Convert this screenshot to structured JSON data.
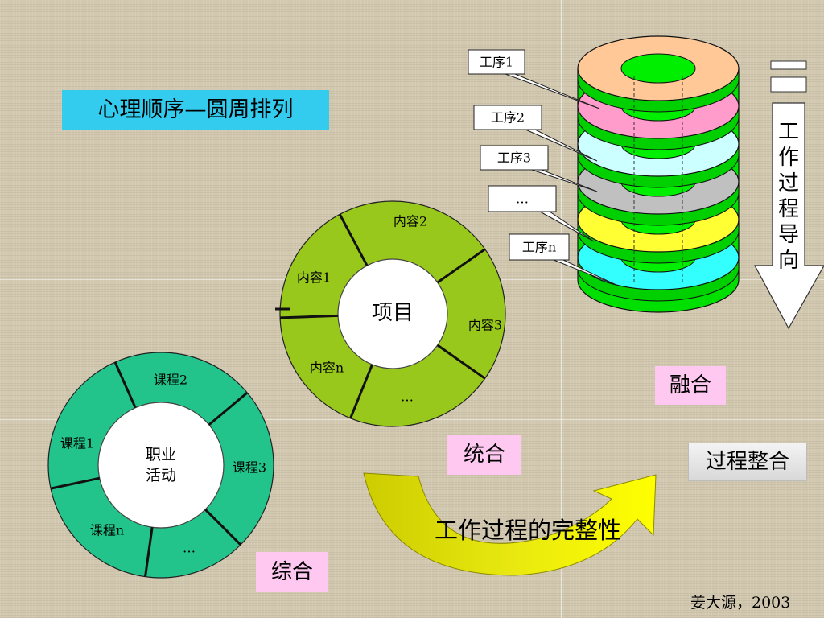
{
  "title": "心理顺序—圆周排列",
  "left_ring": {
    "center": [
      "职业",
      "活动"
    ],
    "segments": [
      "课程1",
      "课程2",
      "课程3",
      "…",
      "课程n"
    ]
  },
  "middle_ring": {
    "center": "项目",
    "segments": [
      "内容1",
      "内容2",
      "内容3",
      "…",
      "内容n"
    ]
  },
  "stack": {
    "callouts": [
      "工序1",
      "工序2",
      "工序3",
      "…",
      "工序n"
    ],
    "ring_colors": [
      "#ffc896",
      "#ff9ccc",
      "#ccffff",
      "#c0c0c0",
      "#ffff33",
      "#33ffff"
    ],
    "hole_color": "#00ee00"
  },
  "arrow_text": [
    "工",
    "作",
    "过",
    "程",
    "导",
    "向"
  ],
  "labels": {
    "rong_he": "融合",
    "tong_he": "统合",
    "zong_he": "综合",
    "process_integration": "过程整合",
    "arrow_caption": "工作过程的完整性"
  },
  "author": "姜大源，2003"
}
